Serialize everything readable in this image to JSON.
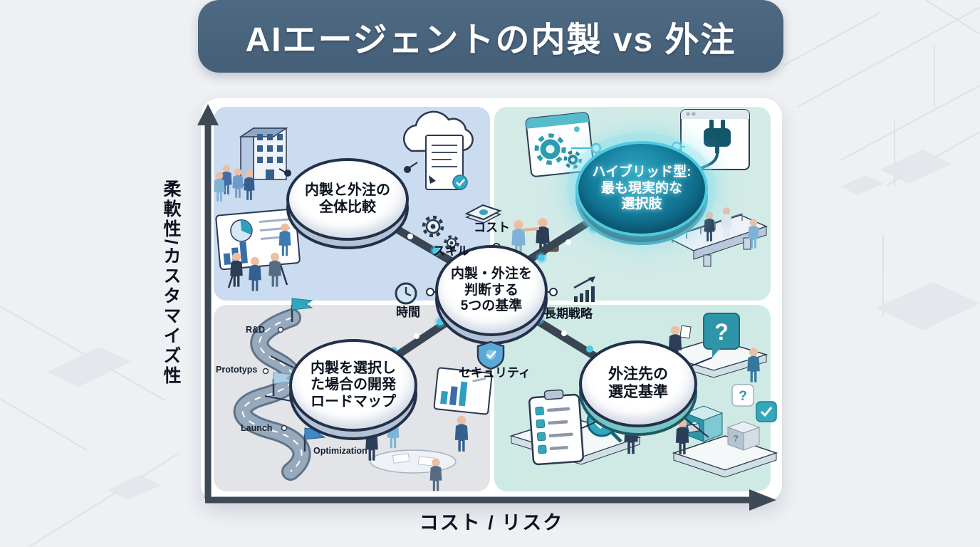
{
  "title": "AIエージェントの内製 vs 外注",
  "axes": {
    "y": "柔軟性/カスタマイズ性",
    "x": "コスト / リスク"
  },
  "hub": {
    "lines": [
      "内製・外注を",
      "判断する",
      "5つの基準"
    ]
  },
  "criteria": {
    "skill": {
      "label": "スキル",
      "icon": "gears-icon"
    },
    "cost": {
      "label": "コスト",
      "icon": "banknote-icon"
    },
    "time": {
      "label": "時間",
      "icon": "clock-icon"
    },
    "strategy": {
      "label": "長期戦略",
      "icon": "growth-chart-icon"
    },
    "security": {
      "label": "セキュリティ",
      "icon": "shield-check-icon"
    }
  },
  "quadrants": {
    "top_left": {
      "lines": [
        "内製と外注の",
        "全体比較"
      ]
    },
    "top_right": {
      "lines": [
        "ハイブリッド型:",
        "最も現実的な",
        "選択肢"
      ],
      "highlighted": true
    },
    "bottom_left": {
      "lines": [
        "内製を選択し",
        "た場合の開発",
        "ロードマップ"
      ],
      "milestones": [
        "R&D",
        "Prototyps",
        "Launch",
        "Optimization"
      ]
    },
    "bottom_right": {
      "lines": [
        "外注先の",
        "選定基準"
      ]
    }
  },
  "decor": {
    "question_mark": "?"
  },
  "colors": {
    "banner": "#455f78",
    "accent_teal": "#2d9cb0",
    "axis": "#3e4956",
    "quadrant_top_left": "#cbdcf0",
    "quadrant_top_right": "#d3ebe7",
    "quadrant_bottom_left": "#e2e4e7",
    "quadrant_bottom_right": "#cfe9e4",
    "hybrid_fill": "#117493",
    "hybrid_glow": "#6fd9e8"
  }
}
